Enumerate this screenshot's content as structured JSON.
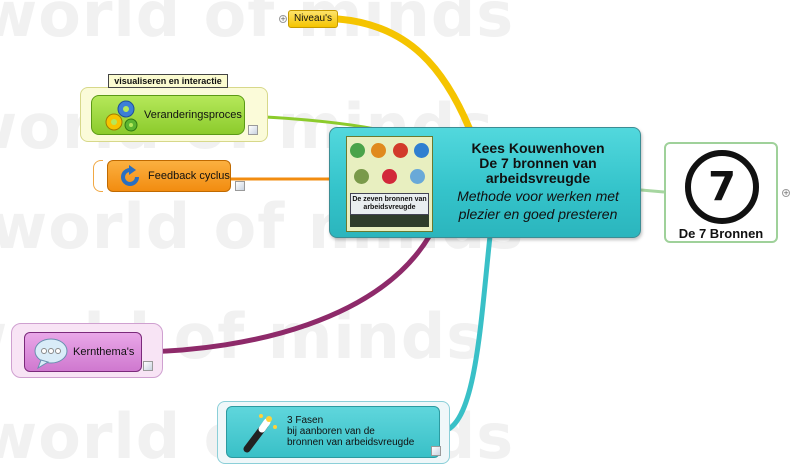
{
  "watermark": {
    "text": "world of minds"
  },
  "central": {
    "title": "Kees Kouwenhoven\nDe 7 bronnen van\narbeidsvreugde",
    "subtitle": "Methode voor werken met plezier en goed presteren",
    "book_caption": "De zeven bronnen van arbeidsvreugde"
  },
  "branches": {
    "niveaus": {
      "label": "Niveau's"
    },
    "veranderingsproces": {
      "label": "Veranderingsproces",
      "callout": "visualiseren en interactie"
    },
    "feedback": {
      "label": "Feedback cyclus"
    },
    "kernthemas": {
      "label": "Kernthema's"
    },
    "fasen": {
      "label": "3 Fasen\nbij aanboren van de\nbronnen van arbeidsvreugde"
    },
    "bronnen": {
      "label": "De 7 Bronnen",
      "number": "7"
    }
  },
  "colors": {
    "niveaus": "#f5c400",
    "veranderingsproces": "#8ccb2c",
    "feedback": "#f28c10",
    "kernthemas": "#8e2a6a",
    "fasen": "#39c0c7",
    "bronnen": "#a6d6a0",
    "central": "#35c4cb"
  },
  "icons": {
    "niveaus_toggle": "plus-icon",
    "veranderingsproces": "gears-icon",
    "feedback": "refresh-arrow-icon",
    "kernthemas": "speech-bubble-icon",
    "fasen": "magic-wand-icon",
    "note": "note-icon"
  }
}
